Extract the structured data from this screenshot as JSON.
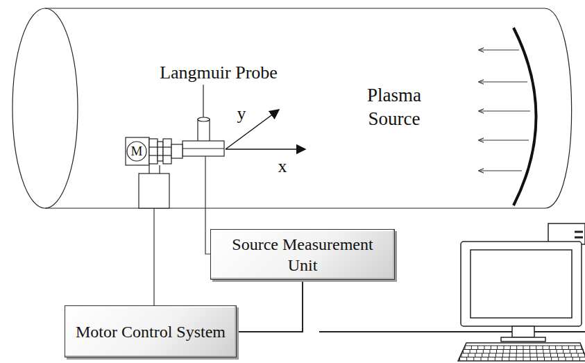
{
  "diagram": {
    "nodes": [
      {
        "text": [
          "Source Measurement Unit"
        ]
      },
      {
        "text": [
          "Motor Control System"
        ]
      }
    ],
    "edges": [
      {
        "from": 0,
        "to": 1,
        "arrow": "none"
      }
    ],
    "labels": [
      "Langmuir Probe",
      "Plasma Source",
      "y",
      "x",
      "M"
    ]
  }
}
